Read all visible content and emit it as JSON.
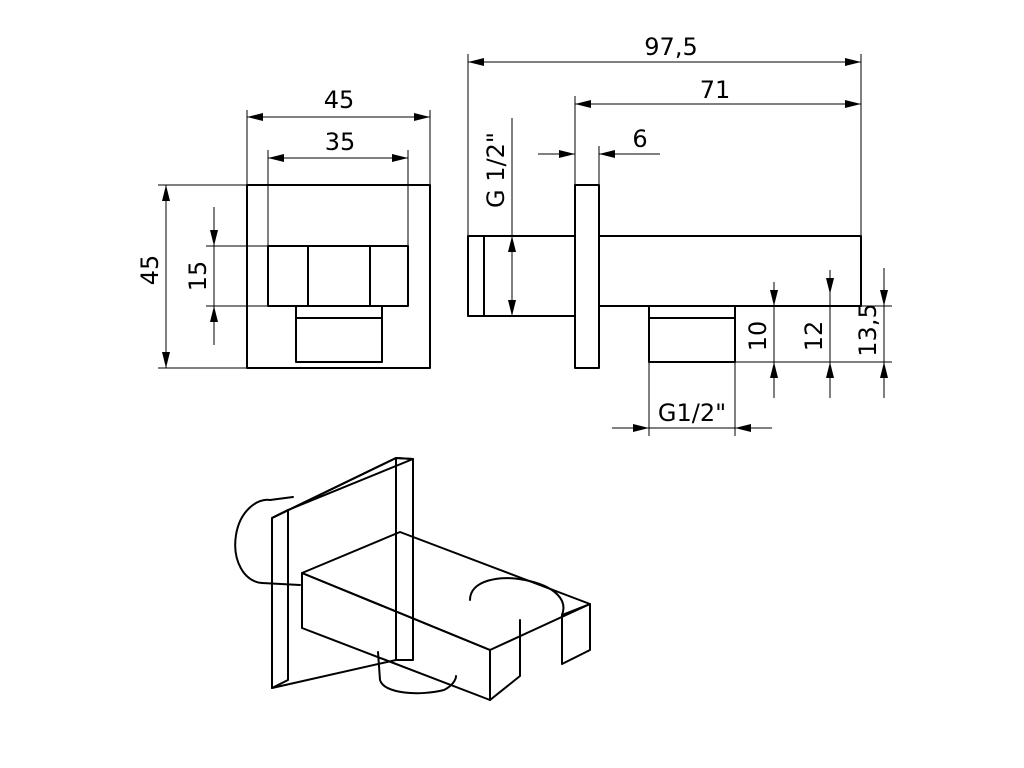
{
  "diagram": {
    "front_view": {
      "width_outer": "45",
      "width_inner": "35",
      "height_outer": "45",
      "hex_height": "15"
    },
    "side_view": {
      "overall_length": "97,5",
      "arm_length": "71",
      "plate_thickness": "6",
      "inlet_thread": "G 1/2\"",
      "outlet_thread": "G1/2\"",
      "dim_10": "10",
      "dim_12": "12",
      "dim_13_5": "13,5"
    }
  }
}
